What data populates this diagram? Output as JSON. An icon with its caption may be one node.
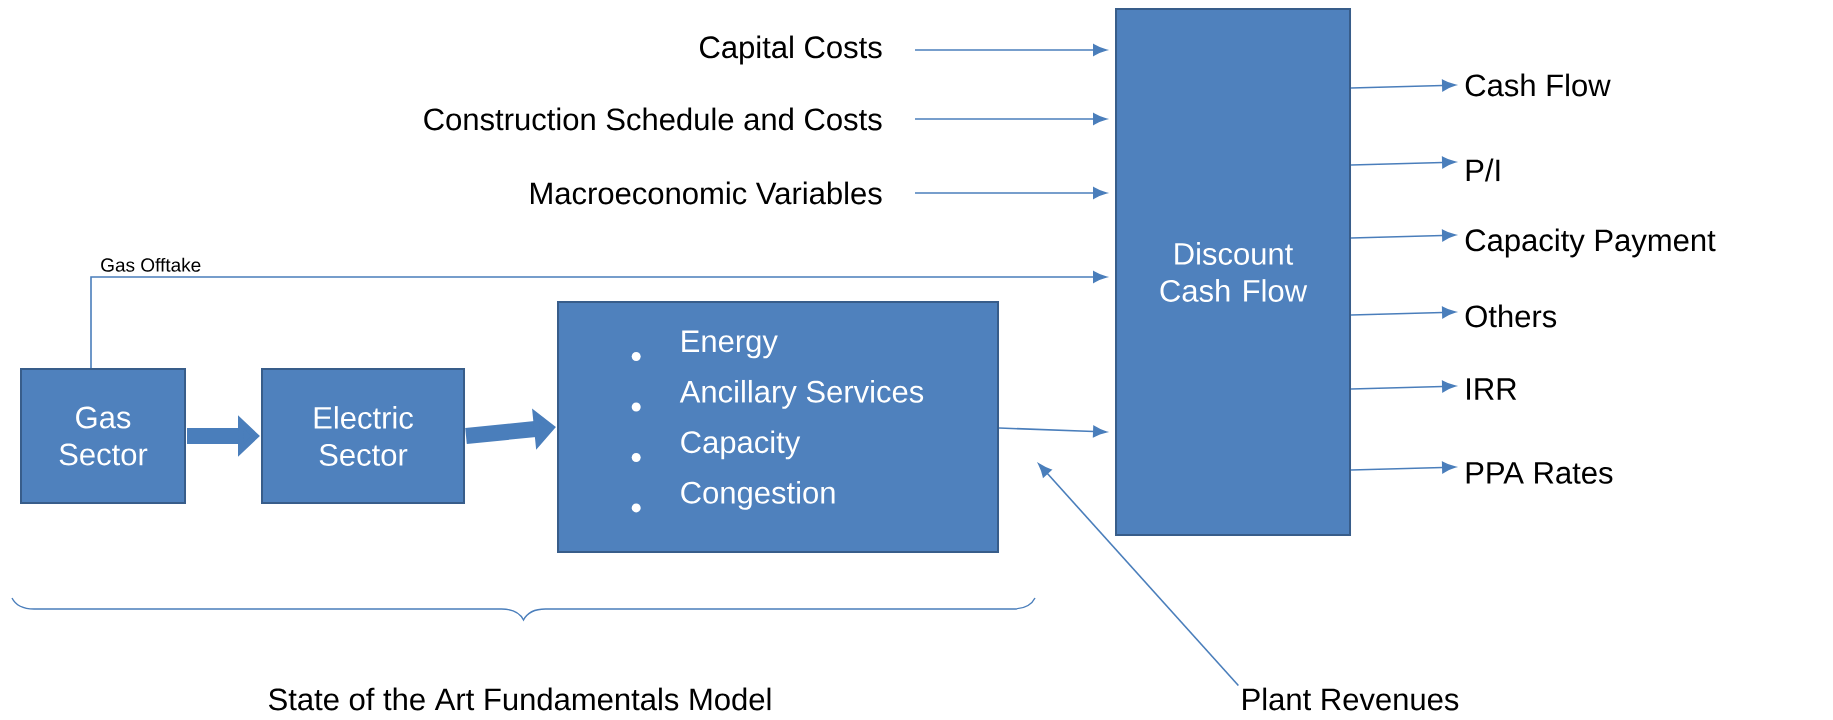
{
  "diagram": {
    "nodes": [
      {
        "text": [
          "Capital Costs"
        ]
      },
      {
        "text": [
          "Construction Schedule and Costs"
        ]
      },
      {
        "text": [
          "Macroeconomic Variables"
        ]
      },
      {
        "text": [
          "Gas Sector"
        ]
      },
      {
        "text": [
          "Electric Sector"
        ]
      },
      {
        "text": [
          "Energy",
          "Ancillary Services",
          "Capacity",
          "Congestion"
        ]
      },
      {
        "text": [
          "Discount Cash Flow"
        ]
      },
      {
        "text": [
          "Cash Flow"
        ]
      },
      {
        "text": [
          "P/I"
        ]
      },
      {
        "text": [
          "Capacity Payment"
        ]
      },
      {
        "text": [
          "Others"
        ]
      },
      {
        "text": [
          "IRR"
        ]
      },
      {
        "text": [
          "PPA Rates"
        ]
      },
      {
        "text": [
          "Plant Revenues"
        ]
      }
    ],
    "edges": [
      {
        "from": 0,
        "to": 6,
        "arrow": "to"
      },
      {
        "from": 1,
        "to": 6,
        "arrow": "to"
      },
      {
        "from": 2,
        "to": 6,
        "arrow": "to"
      },
      {
        "from": 3,
        "to": 6,
        "arrow": "to",
        "label": "Gas Offtake"
      },
      {
        "from": 3,
        "to": 4,
        "arrow": "to",
        "style": "thick"
      },
      {
        "from": 4,
        "to": 5,
        "arrow": "to",
        "style": "thick"
      },
      {
        "from": 5,
        "to": 6,
        "arrow": "to"
      },
      {
        "from": 6,
        "to": 7,
        "arrow": "to"
      },
      {
        "from": 6,
        "to": 8,
        "arrow": "to"
      },
      {
        "from": 6,
        "to": 9,
        "arrow": "to"
      },
      {
        "from": 6,
        "to": 10,
        "arrow": "to"
      },
      {
        "from": 6,
        "to": 11,
        "arrow": "to"
      },
      {
        "from": 6,
        "to": 12,
        "arrow": "to"
      },
      {
        "from": 13,
        "to": null,
        "arrow": "to"
      }
    ],
    "labels": [
      "State of the Art Fundamentals Model"
    ]
  }
}
